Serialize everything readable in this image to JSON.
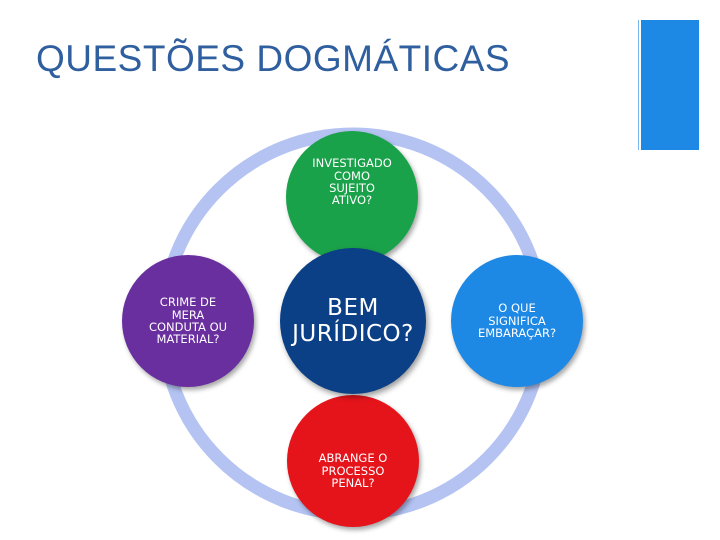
{
  "title": "QUESTÕES DOGMÁTICAS",
  "diagram": {
    "center": "BEM\nJURÍDICO?",
    "top": "INVESTIGADO\nCOMO\nSUJEITO\nATIVO?",
    "left": "CRIME DE\nMERA\nCONDUTA OU\nMATERIAL?",
    "right": "O QUE\nSIGNIFICA\nEMBARAÇAR?",
    "bottom": "ABRANGE O\nPROCESSO\nPENAL?"
  },
  "colors": {
    "title": "#2f5f9f",
    "accent_bar": "#1e88e5",
    "ring": "#b4c3f2",
    "center": "#0b3f86",
    "top": "#1aa24a",
    "left": "#6a2f9e",
    "right": "#1e88e5",
    "bottom": "#e5141b"
  }
}
